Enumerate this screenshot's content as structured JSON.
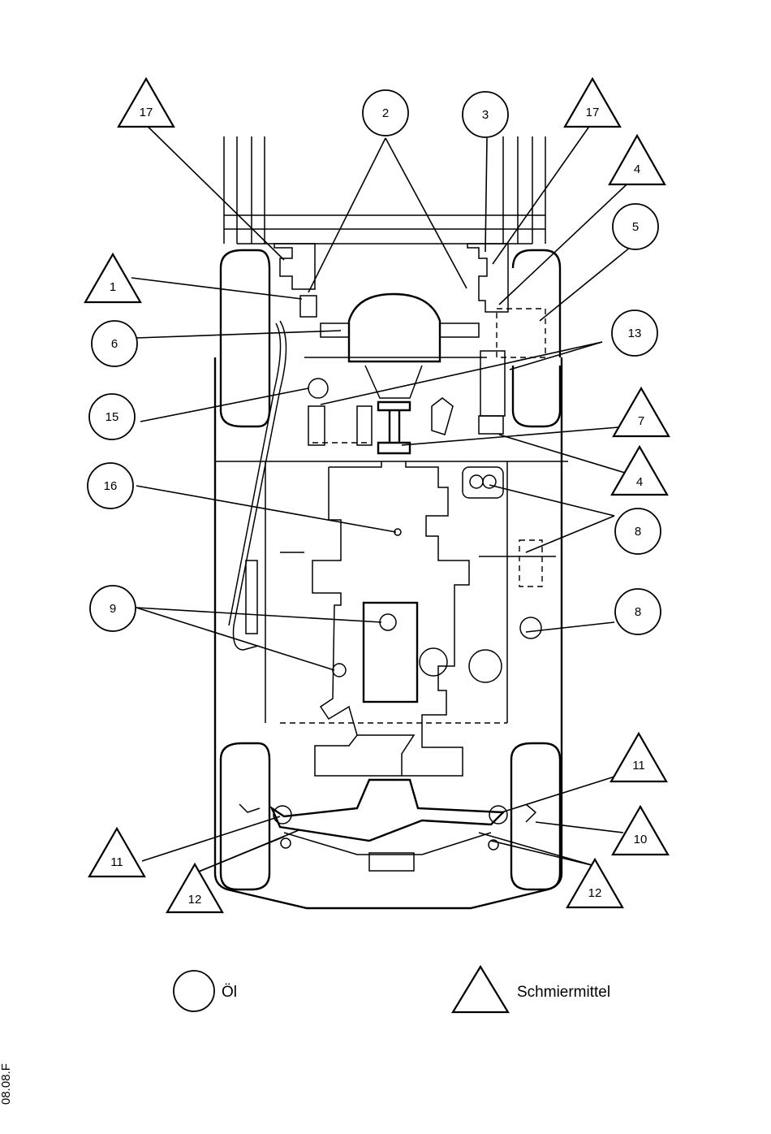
{
  "circles": [
    {
      "id": "c2",
      "label": "2"
    },
    {
      "id": "c3",
      "label": "3"
    },
    {
      "id": "c5",
      "label": "5"
    },
    {
      "id": "c6",
      "label": "6"
    },
    {
      "id": "c13",
      "label": "13"
    },
    {
      "id": "c15",
      "label": "15"
    },
    {
      "id": "c16",
      "label": "16"
    },
    {
      "id": "c8a",
      "label": "8"
    },
    {
      "id": "c9",
      "label": "9"
    },
    {
      "id": "c8b",
      "label": "8"
    }
  ],
  "triangles": [
    {
      "id": "t17a",
      "label": "17"
    },
    {
      "id": "t17b",
      "label": "17"
    },
    {
      "id": "t4a",
      "label": "4"
    },
    {
      "id": "t1",
      "label": "1"
    },
    {
      "id": "t7",
      "label": "7"
    },
    {
      "id": "t4b",
      "label": "4"
    },
    {
      "id": "t11a",
      "label": "11"
    },
    {
      "id": "t10",
      "label": "10"
    },
    {
      "id": "t11b",
      "label": "11"
    },
    {
      "id": "t12a",
      "label": "12"
    },
    {
      "id": "t12b",
      "label": "12"
    }
  ],
  "legend": {
    "oil_label": "Öl",
    "lubricant_label": "Schmiermittel"
  },
  "side_code": "08.08.F"
}
